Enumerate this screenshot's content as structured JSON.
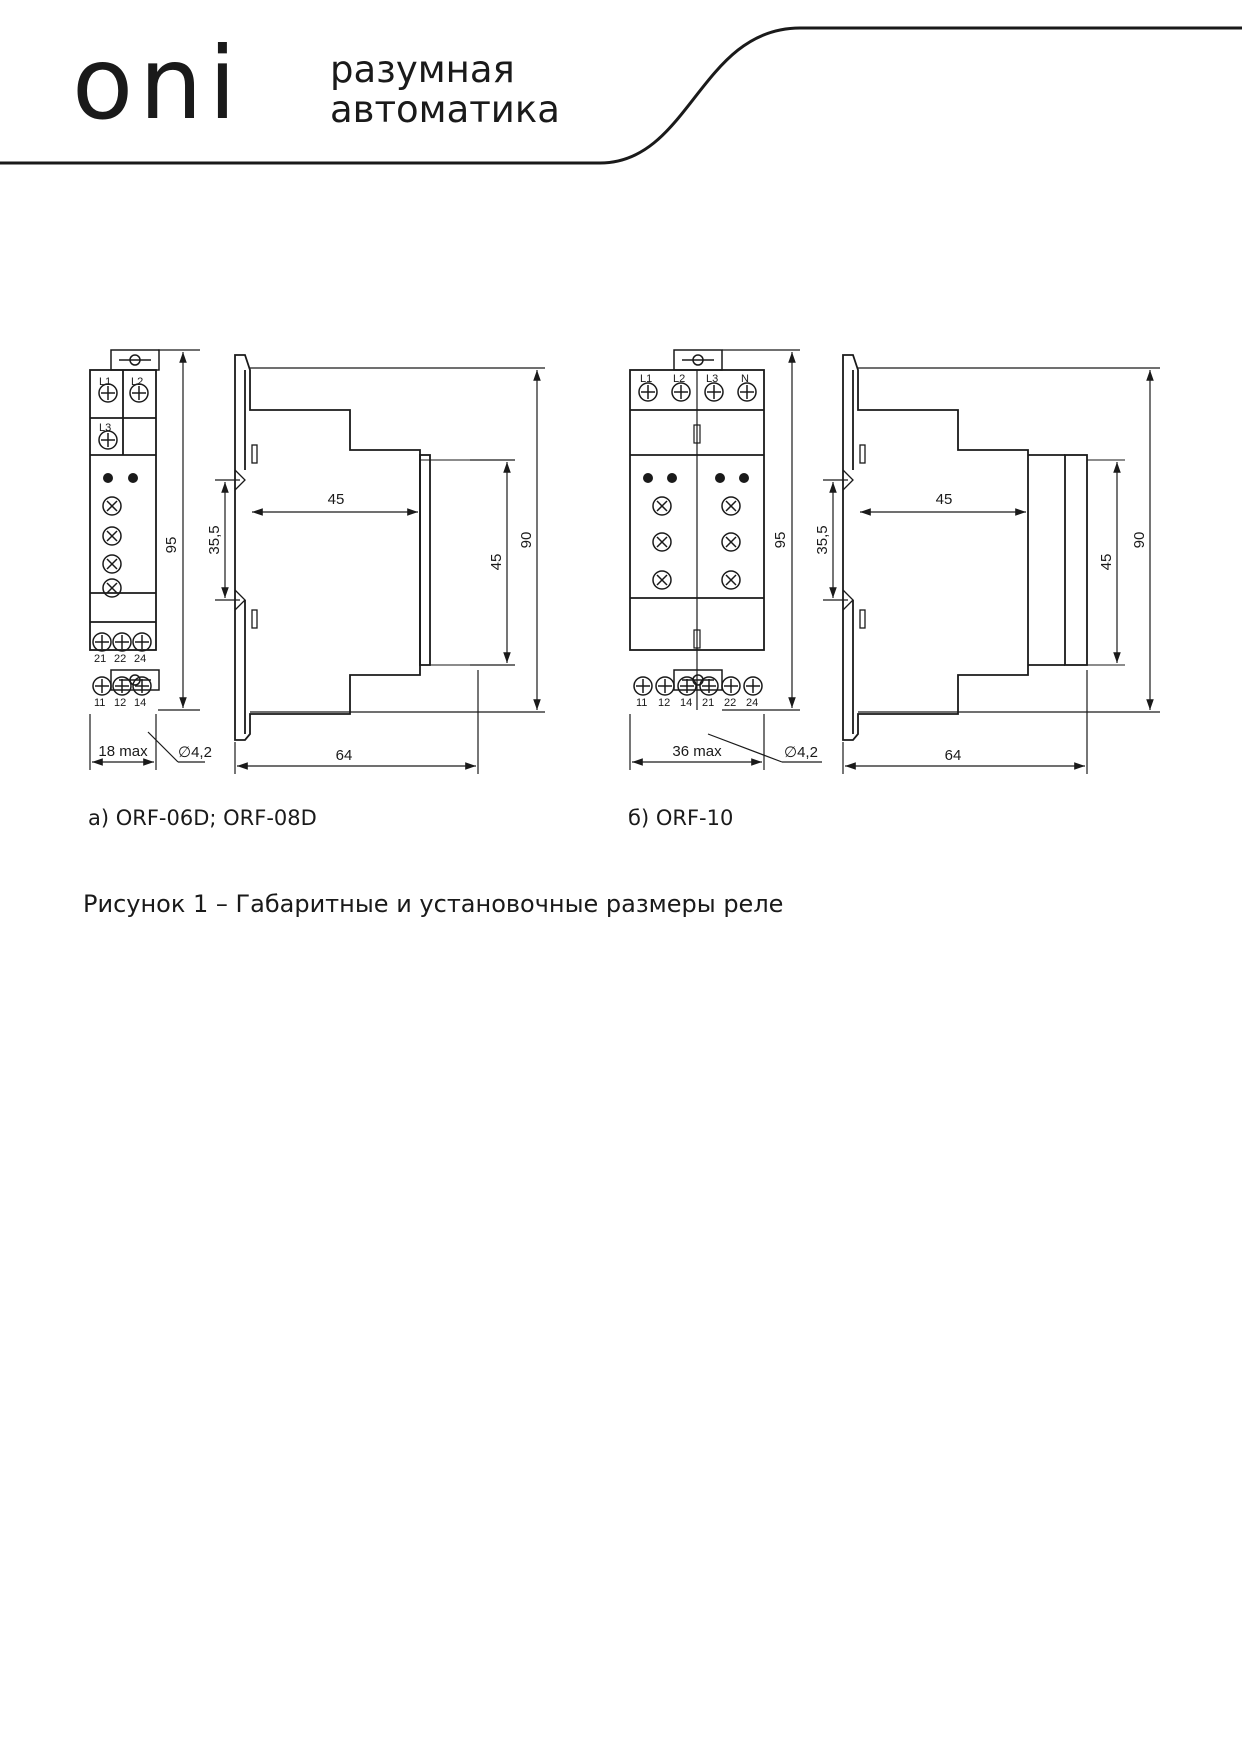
{
  "header": {
    "logo_text": "oni",
    "tagline_line1": "разумная",
    "tagline_line2": "автоматика"
  },
  "figure_a": {
    "terminals_top_row": [
      "L1",
      "L2"
    ],
    "terminal_mid": "L3",
    "terminals_row_upper": [
      "21",
      "22",
      "24"
    ],
    "terminals_row_lower": [
      "11",
      "12",
      "14"
    ],
    "dim_height_total": "95",
    "dim_width_front": "18 max",
    "dim_hole": "∅4,2",
    "dim_rail": "35,5",
    "dim_depth_upper": "45",
    "dim_front_height": "45",
    "dim_body_height": "90",
    "dim_depth_total": "64",
    "caption": "а) ORF-06D; ORF-08D"
  },
  "figure_b": {
    "terminals_top_row": [
      "L1",
      "L2",
      "L3",
      "N"
    ],
    "terminals_bottom_row": [
      "11",
      "12",
      "14",
      "21",
      "22",
      "24"
    ],
    "dim_height_total": "95",
    "dim_width_front": "36 max",
    "dim_hole": "∅4,2",
    "dim_rail": "35,5",
    "dim_depth_upper": "45",
    "dim_front_height": "45",
    "dim_body_height": "90",
    "dim_depth_total": "64",
    "caption": "б) ORF-10"
  },
  "figure_caption": "Рисунок 1 – Габаритные и установочные размеры реле"
}
